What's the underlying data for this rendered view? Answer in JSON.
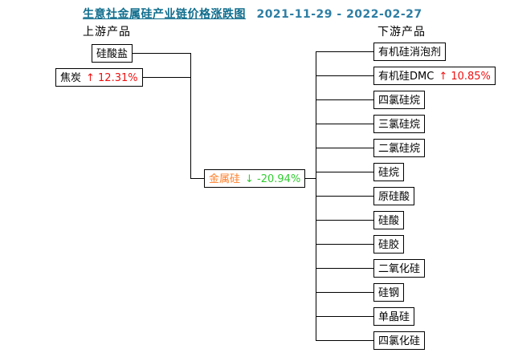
{
  "title": {
    "text": "生意社金属硅产业链价格涨跌图",
    "date_range": "2021-11-29 - 2022-02-27"
  },
  "sections": {
    "upstream": "上游产品",
    "downstream": "下游产品"
  },
  "upstream_items": [
    {
      "label": "硅酸盐"
    },
    {
      "label": "焦炭",
      "change": "↑ 12.31%"
    }
  ],
  "center_node": {
    "label": "金属硅",
    "change": "↓ -20.94%"
  },
  "downstream_items": [
    {
      "label": "有机硅消泡剂"
    },
    {
      "label": "有机硅DMC",
      "change": "↑ 10.85%"
    },
    {
      "label": "四氯硅烷"
    },
    {
      "label": "三氯硅烷"
    },
    {
      "label": "二氯硅烷"
    },
    {
      "label": "硅烷"
    },
    {
      "label": "原硅酸"
    },
    {
      "label": "硅酸"
    },
    {
      "label": "硅胶"
    },
    {
      "label": "二氧化硅"
    },
    {
      "label": "硅钢"
    },
    {
      "label": "单晶硅"
    },
    {
      "label": "四氯化硅"
    }
  ],
  "colors": {
    "title": "#0f6d8d",
    "date": "#2e7ea4",
    "up": "#ee1111",
    "down": "#33cc33",
    "center_label": "#ff7f2a",
    "line": "#000000"
  }
}
